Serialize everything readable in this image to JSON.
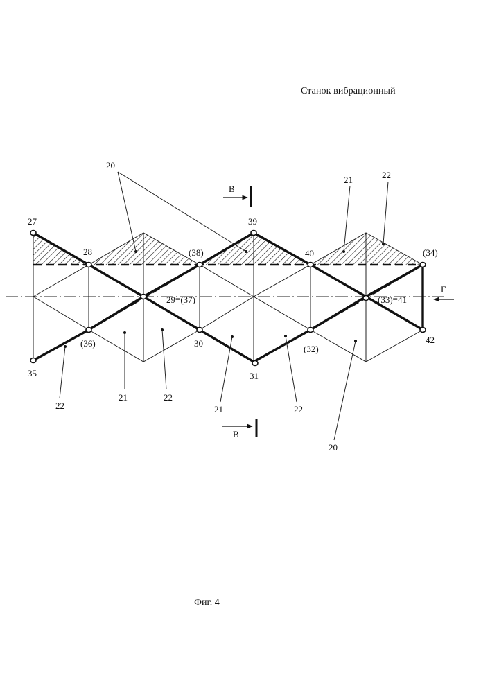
{
  "header": {
    "title": "Станок вибрационный"
  },
  "figure": {
    "caption": "Фиг. 4",
    "section_marks": {
      "top": "В",
      "bottom": "В",
      "right_arrow": "Г"
    },
    "node_labels": {
      "n27": "27",
      "n28": "28",
      "n38": "(38)",
      "n39": "39",
      "n40": "40",
      "n34": "(34)",
      "n2937": "29≡(37)",
      "n3341": "(33)≡41",
      "n36": "(36)",
      "n30": "30",
      "n32": "(32)",
      "n42": "42",
      "n35": "35",
      "n31": "31"
    },
    "part_labels": {
      "p20_top": "20",
      "p21_top": "21",
      "p22_top": "22",
      "p22_bl": "22",
      "p21_b1": "21",
      "p22_b1": "22",
      "p21_b2": "21",
      "p22_b2": "22",
      "p20_br": "20"
    }
  }
}
